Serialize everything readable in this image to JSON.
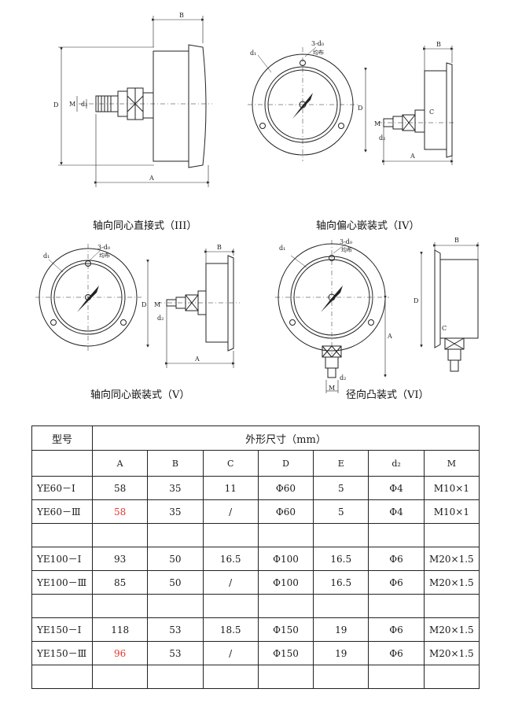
{
  "captions": {
    "iii": "轴向同心直接式（III）",
    "iv": "轴向偏心嵌装式（IV）",
    "v": "轴向同心嵌装式（V）",
    "vi": "径向凸装式（VI）"
  },
  "dims": {
    "A": "A",
    "B": "B",
    "C": "C",
    "D": "D",
    "M": "M",
    "d1": "d₁",
    "d2": "d₂",
    "holes": "3-d₀",
    "holes_note": "均布"
  },
  "table": {
    "model_header": "型号",
    "size_header": "外形尺寸（mm）",
    "columns": [
      "A",
      "B",
      "C",
      "D",
      "E",
      "d₂",
      "M"
    ],
    "rows": [
      {
        "model": "YE60－Ⅰ",
        "cells": [
          "58",
          "35",
          "11",
          "Φ60",
          "5",
          "Φ4",
          "M10×1"
        ],
        "red": [
          false,
          false,
          false,
          false,
          false,
          false,
          false
        ]
      },
      {
        "model": "YE60－Ⅲ",
        "cells": [
          "58",
          "35",
          "/",
          "Φ60",
          "5",
          "Φ4",
          "M10×1"
        ],
        "red": [
          true,
          false,
          false,
          false,
          false,
          false,
          false
        ]
      },
      {
        "model": "",
        "cells": [
          "",
          "",
          "",
          "",
          "",
          "",
          ""
        ],
        "red": [
          false,
          false,
          false,
          false,
          false,
          false,
          false
        ]
      },
      {
        "model": "YE100－Ⅰ",
        "cells": [
          "93",
          "50",
          "16.5",
          "Φ100",
          "16.5",
          "Φ6",
          "M20×1.5"
        ],
        "red": [
          false,
          false,
          false,
          false,
          false,
          false,
          false
        ]
      },
      {
        "model": "YE100－Ⅲ",
        "cells": [
          "85",
          "50",
          "/",
          "Φ100",
          "16.5",
          "Φ6",
          "M20×1.5"
        ],
        "red": [
          false,
          false,
          false,
          false,
          false,
          false,
          false
        ]
      },
      {
        "model": "",
        "cells": [
          "",
          "",
          "",
          "",
          "",
          "",
          ""
        ],
        "red": [
          false,
          false,
          false,
          false,
          false,
          false,
          false
        ]
      },
      {
        "model": "YE150－Ⅰ",
        "cells": [
          "118",
          "53",
          "18.5",
          "Φ150",
          "19",
          "Φ6",
          "M20×1.5"
        ],
        "red": [
          false,
          false,
          false,
          false,
          false,
          false,
          false
        ]
      },
      {
        "model": "YE150－Ⅲ",
        "cells": [
          "96",
          "53",
          "/",
          "Φ150",
          "19",
          "Φ6",
          "M20×1.5"
        ],
        "red": [
          true,
          false,
          false,
          false,
          false,
          false,
          false
        ]
      },
      {
        "model": "",
        "cells": [
          "",
          "",
          "",
          "",
          "",
          "",
          ""
        ],
        "red": [
          false,
          false,
          false,
          false,
          false,
          false,
          false
        ]
      }
    ]
  }
}
